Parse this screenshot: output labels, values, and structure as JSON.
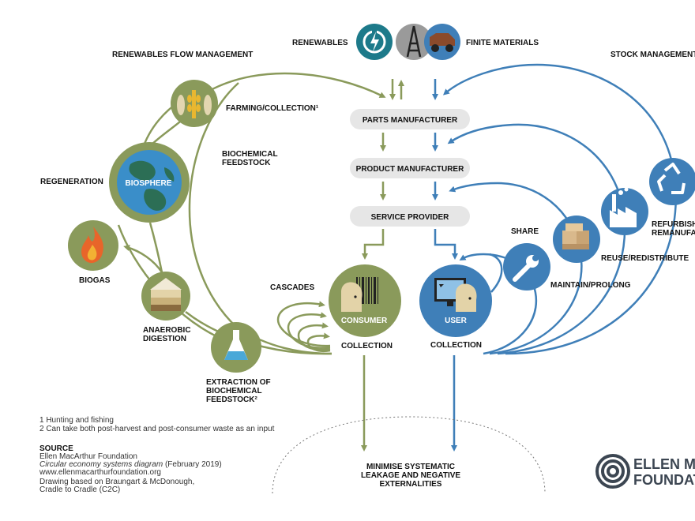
{
  "top": {
    "renewables": "RENEWABLES",
    "finite_materials": "FINITE MATERIALS",
    "renewables_flow": "RENEWABLES FLOW MANAGEMENT",
    "stock_management": "STOCK MANAGEMENT"
  },
  "chain": {
    "parts": "PARTS MANUFACTURER",
    "product": "PRODUCT MANUFACTURER",
    "service": "SERVICE PROVIDER"
  },
  "bio": {
    "farming": "FARMING/COLLECTION¹",
    "biochemical_feedstock_1": "BIOCHEMICAL",
    "biochemical_feedstock_2": "FEEDSTOCK",
    "regeneration": "REGENERATION",
    "biosphere": "BIOSPHERE",
    "biogas": "BIOGAS",
    "anaerobic_1": "ANAEROBIC",
    "anaerobic_2": "DIGESTION",
    "extraction_1": "EXTRACTION OF",
    "extraction_2": "BIOCHEMICAL",
    "extraction_3": "FEEDSTOCK²",
    "cascades": "CASCADES",
    "consumer": "CONSUMER",
    "collection": "COLLECTION"
  },
  "tech": {
    "user": "USER",
    "collection": "COLLECTION",
    "share": "SHARE",
    "maintain": "MAINTAIN/PROLONG",
    "reuse": "REUSE/REDISTRIBUTE",
    "refurbish_1": "REFURBISH",
    "refurbish_2": "REMANUFA"
  },
  "leakage": {
    "line1": "MINIMISE SYSTEMATIC",
    "line2": "LEAKAGE AND NEGATIVE",
    "line3": "EXTERNALITIES"
  },
  "footnotes": {
    "f1": "1 Hunting and fishing",
    "f2": "2 Can take both post-harvest and post-consumer waste as an input"
  },
  "source": {
    "heading": "SOURCE",
    "org": "Ellen MacArthur Foundation",
    "title_italic": "Circular economy systems diagram",
    "date": " (February 2019)",
    "url": "www.ellenmacarthurfoundation.org",
    "drawing_1": "Drawing based on Braungart & McDonough,",
    "drawing_2": "Cradle to Cradle (C2C)"
  },
  "logo": {
    "line1": "ELLEN MACA",
    "line2": "FOUNDATION"
  },
  "colors": {
    "green": "#8a9a5b",
    "blue": "#3f7fb8",
    "teal": "#1d7a8a",
    "pill": "#e6e6e6",
    "earth": "#3a8ec9"
  },
  "icons": {
    "renewables": "power-cycle-icon",
    "finite_a": "oil-derrick-icon",
    "finite_b": "mining-truck-icon",
    "farming": "wheat-and-fish-icon",
    "biosphere": "earth-globe-icon",
    "biogas": "flame-icon",
    "anaerobic": "soil-layers-icon",
    "extraction": "flask-icon",
    "consumer": "consumer-barcode-icon",
    "user": "user-screen-icon",
    "maintain": "wrench-icon",
    "reuse": "boxes-icon",
    "refurbish": "factory-icon",
    "recycle": "recycle-icon"
  }
}
